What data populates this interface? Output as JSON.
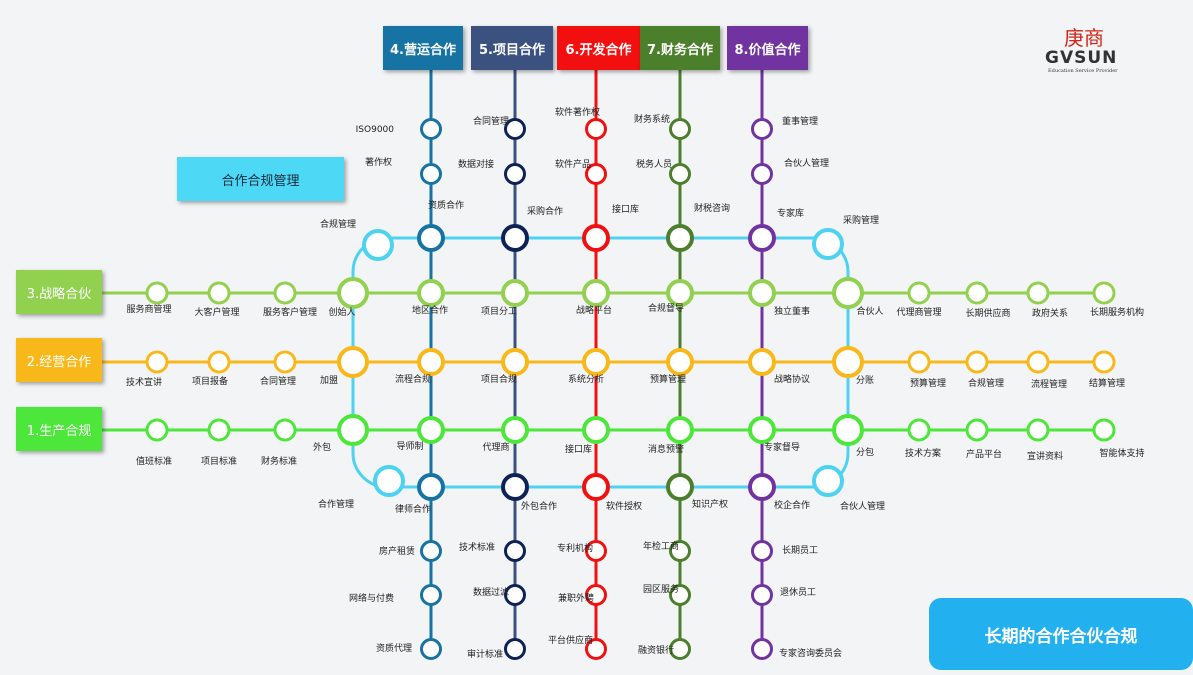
{
  "logo": {
    "cn": "庚商",
    "en": "GVSUN",
    "tagline": "Education Service Provider"
  },
  "compliance_label": "合作合规管理",
  "longterm_label": "长期的合作合伙合规",
  "colors": {
    "ring": "#4dd2f2",
    "v4": "#1673a3",
    "v5": "#3b517f",
    "v6": "#f20f0f",
    "v7": "#4b7f2c",
    "v8": "#7033a0",
    "h3": "#92d050",
    "h2": "#f8b81a",
    "h1": "#4de63a",
    "v5_node": "#0e2258"
  },
  "vlines": [
    {
      "key": "v4",
      "label": "4.营运合作",
      "stations": [
        "ISO9000",
        "著作权",
        "资质合作",
        "地区合作",
        "流程合规",
        "导师制",
        "律师合作",
        "房产租赁",
        "网络与付费",
        "资质代理"
      ]
    },
    {
      "key": "v5",
      "label": "5.项目合作",
      "stations": [
        "合同管理",
        "数据对接",
        "采购合作",
        "项目分工",
        "项目合规",
        "代理商",
        "外包合作",
        "技术标准",
        "数据过滤",
        "审计标准"
      ]
    },
    {
      "key": "v6",
      "label": "6.开发合作",
      "stations": [
        "软件著作权",
        "软件产品",
        "接口库",
        "战略平台",
        "系统分析",
        "接口库",
        "软件授权",
        "专利机构",
        "兼职外聘",
        "平台供应商"
      ]
    },
    {
      "key": "v7",
      "label": "7.财务合作",
      "stations": [
        "财务系统",
        "税务人员",
        "财税咨询",
        "合规督导",
        "预算管理",
        "消息预警",
        "知识产权",
        "年检工商",
        "园区服务",
        "融资银行"
      ]
    },
    {
      "key": "v8",
      "label": "8.价值合作",
      "stations": [
        "董事管理",
        "合伙人管理",
        "专家库",
        "独立董事",
        "战略协议",
        "专家督导",
        "校企合作",
        "长期员工",
        "退休员工",
        "专家咨询委员会"
      ]
    }
  ],
  "hlines": [
    {
      "key": "h3",
      "label": "3.战略合伙",
      "stations": [
        "服务商管理",
        "大客户管理",
        "服务客户管理",
        "创始人",
        "合伙人",
        "代理商管理",
        "长期供应商",
        "政府关系",
        "长期服务机构"
      ]
    },
    {
      "key": "h2",
      "label": "2.经营合作",
      "stations": [
        "技术宣讲",
        "项目报备",
        "合同管理",
        "加盟",
        "分账",
        "预算管理",
        "合规管理",
        "流程管理",
        "结算管理"
      ]
    },
    {
      "key": "h1",
      "label": "1.生产合规",
      "stations": [
        "值班标准",
        "项目标准",
        "财务标准",
        "外包",
        "分包",
        "技术方案",
        "产品平台",
        "宣讲资料",
        "智能体支持"
      ]
    }
  ],
  "corners": [
    "合规管理",
    "采购管理",
    "合作管理",
    "合伙人管理"
  ]
}
